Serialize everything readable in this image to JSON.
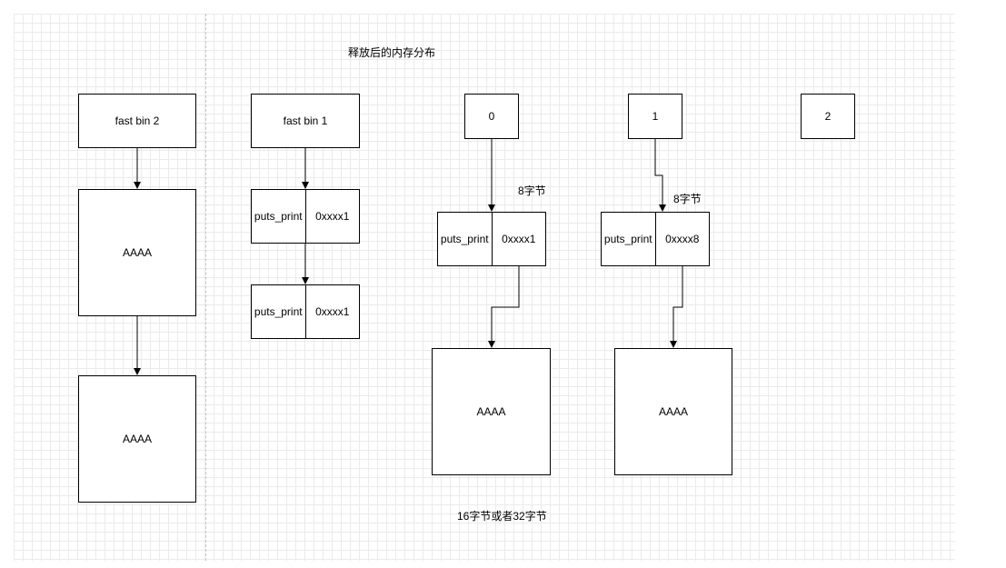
{
  "title": "释放后的内存分布",
  "fastbins": [
    {
      "label": "fast bin 2"
    },
    {
      "label": "fast bin 1"
    }
  ],
  "indices": [
    "0",
    "1",
    "2"
  ],
  "chunks": {
    "data": "AAAA",
    "struct_name": "puts_print",
    "ptr1": "0xxxx1",
    "ptr2": "0xxxx1",
    "ptr3": "0xxxx1",
    "ptr4": "0xxxx8"
  },
  "annotations": {
    "size_8_a": "8字节",
    "size_8_b": "8字节",
    "size_data": "16字节或者32字节"
  }
}
